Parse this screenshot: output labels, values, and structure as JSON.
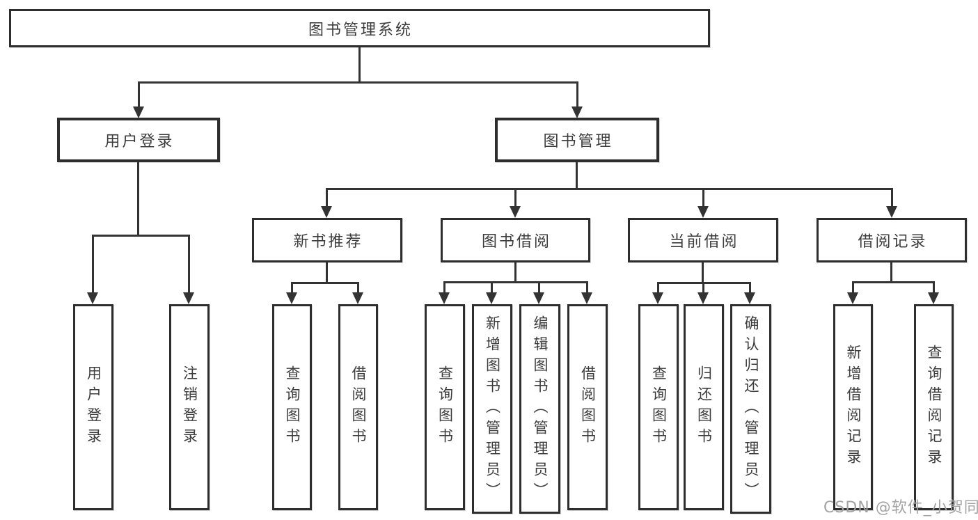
{
  "diagram": {
    "type": "tree-diagram",
    "title": "图书管理系统",
    "watermark": "CSDN @软件_小贺同学",
    "colors": {
      "background": "#ffffff",
      "box_border": "#2e2e2e",
      "line": "#333333",
      "text": "#3c3c3c",
      "watermark_text": "#a3a3a3"
    },
    "nodes": {
      "root": "图书管理系统",
      "user_login": "用户登录",
      "book_mgmt": "图书管理",
      "new_rec": "新书推荐",
      "book_borrow": "图书借阅",
      "current_borrow": "当前借阅",
      "borrow_records": "借阅记录",
      "leaf_user_login": "用户登录",
      "leaf_logout": "注销登录",
      "leaf_rec_query": "查询图书",
      "leaf_rec_borrow": "借阅图书",
      "leaf_bb_query": "查询图书",
      "leaf_bb_add": "新增图书（管理员）",
      "leaf_bb_edit": "编辑图书（管理员）",
      "leaf_bb_borrow": "借阅图书",
      "leaf_cb_query": "查询图书",
      "leaf_cb_return": "归还图书",
      "leaf_cb_confirm": "确认归还（管理员）",
      "leaf_br_add": "新增借阅记录",
      "leaf_br_query": "查询借阅记录"
    },
    "hierarchy": {
      "图书管理系统": {
        "用户登录": [
          "用户登录",
          "注销登录"
        ],
        "图书管理": {
          "新书推荐": [
            "查询图书",
            "借阅图书"
          ],
          "图书借阅": [
            "查询图书",
            "新增图书（管理员）",
            "编辑图书（管理员）",
            "借阅图书"
          ],
          "当前借阅": [
            "查询图书",
            "归还图书",
            "确认归还（管理员）"
          ],
          "借阅记录": [
            "新增借阅记录",
            "查询借阅记录"
          ]
        }
      }
    }
  }
}
